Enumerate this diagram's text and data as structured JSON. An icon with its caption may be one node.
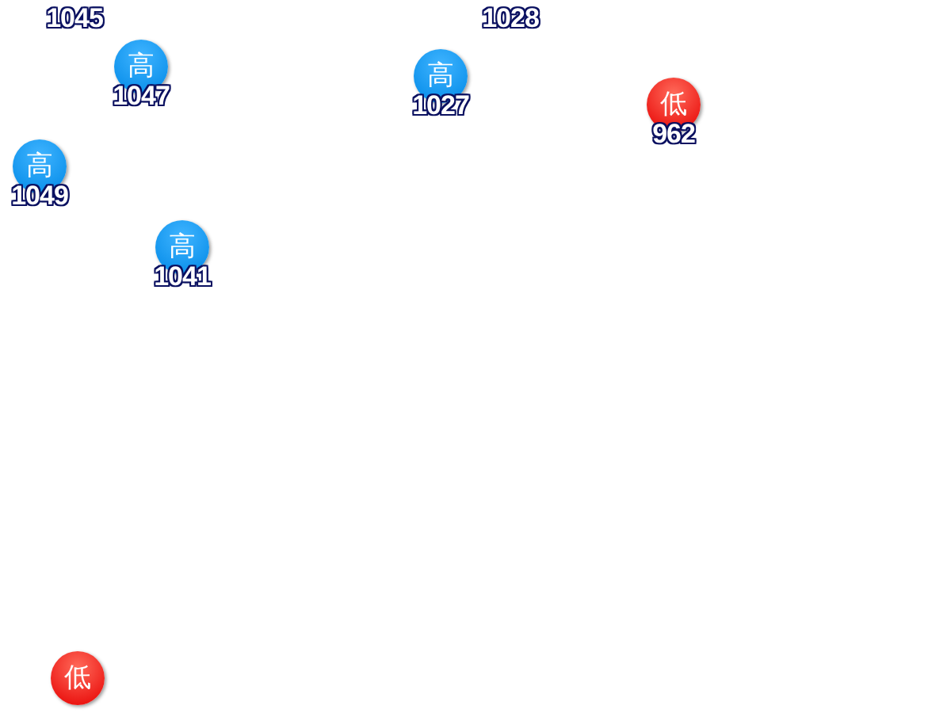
{
  "diagram": {
    "nodes": [
      {
        "text": [
          "高"
        ],
        "beside": [
          "1047"
        ]
      },
      {
        "text": [
          "高"
        ],
        "beside": [
          "1027"
        ]
      },
      {
        "text": [
          "低"
        ],
        "beside": [
          "962"
        ]
      },
      {
        "text": [
          "高"
        ],
        "beside": [
          "1049"
        ]
      },
      {
        "text": [
          "高"
        ],
        "beside": [
          "1041"
        ]
      },
      {
        "text": [
          "低"
        ]
      }
    ],
    "labels": [
      "1045",
      "1028"
    ]
  }
}
